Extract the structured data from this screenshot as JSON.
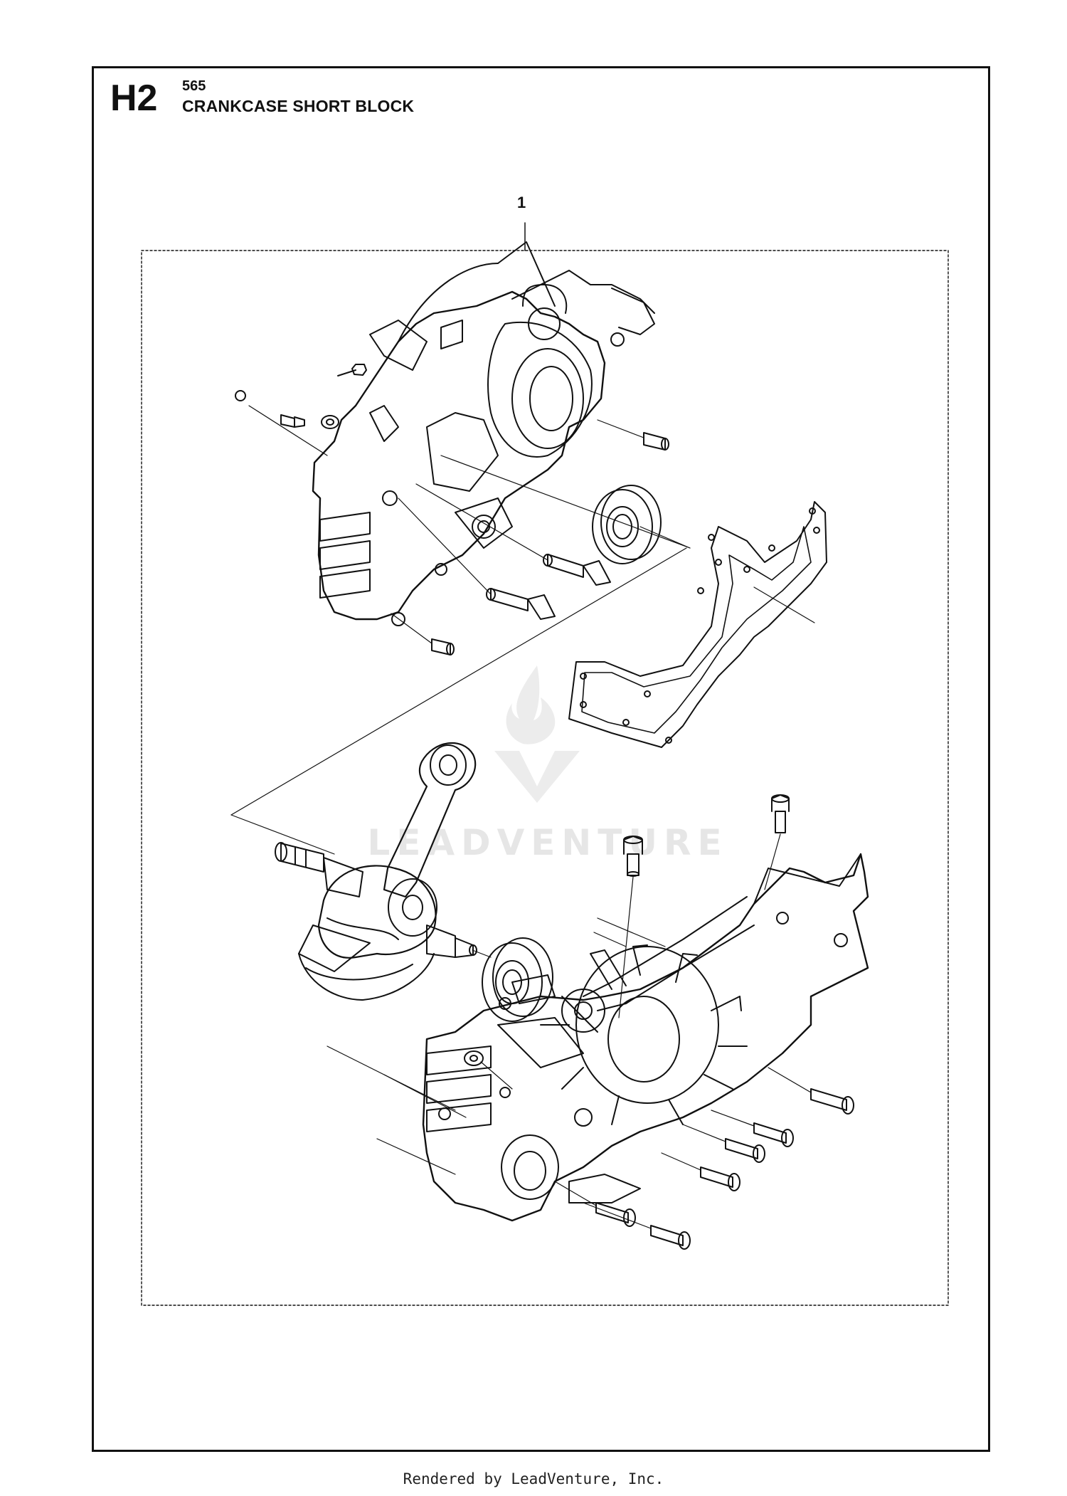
{
  "header": {
    "page_code": "H2",
    "model": "565",
    "title": "CRANKCASE SHORT BLOCK"
  },
  "callouts": [
    {
      "label": "1",
      "part": "crankcase-short-block-assembly"
    }
  ],
  "watermark": {
    "text": "LEADVENTURE"
  },
  "footer": {
    "text": "Rendered by LeadVenture, Inc."
  },
  "colors": {
    "line": "#111111",
    "watermark": "#e6e6e6"
  },
  "icons": [
    "flame-v-logo-icon"
  ]
}
